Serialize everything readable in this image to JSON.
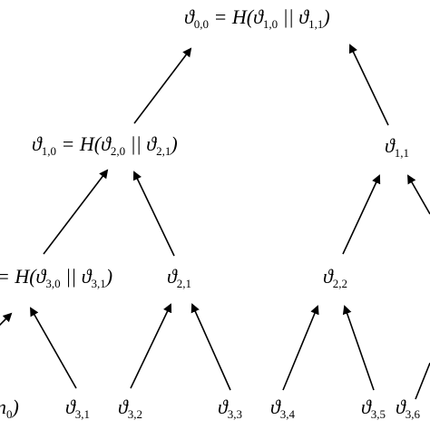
{
  "nodes": {
    "n00": {
      "sym": "ϑ",
      "sub": "0,0",
      "rest": "= H(ϑ",
      "sub2": "1,0",
      "mid": " || ϑ",
      "sub3": "1,1",
      "end": ")"
    },
    "n10": {
      "sym": "ϑ",
      "sub": "1,0",
      "rest": "= H(ϑ",
      "sub2": "2,0",
      "mid": " || ϑ",
      "sub3": "2,1",
      "end": ")"
    },
    "n11": {
      "sym": "ϑ",
      "sub": "1,1"
    },
    "n20": {
      "prefix": "= H(ϑ",
      "sub2": "3,0",
      "mid": " || ϑ",
      "sub3": "3,1",
      "end": ")"
    },
    "n21": {
      "sym": "ϑ",
      "sub": "2,1"
    },
    "n22": {
      "sym": "ϑ",
      "sub": "2,2"
    },
    "leaf_m": {
      "text": "n",
      "sub": "0",
      "end": ")"
    },
    "n31": {
      "sym": "ϑ",
      "sub": "3,1"
    },
    "n32": {
      "sym": "ϑ",
      "sub": "3,2"
    },
    "n33": {
      "sym": "ϑ",
      "sub": "3,3"
    },
    "n34": {
      "sym": "ϑ",
      "sub": "3,4"
    },
    "n35": {
      "sym": "ϑ",
      "sub": "3,5"
    },
    "n36": {
      "sym": "ϑ",
      "sub": "3,6"
    }
  }
}
